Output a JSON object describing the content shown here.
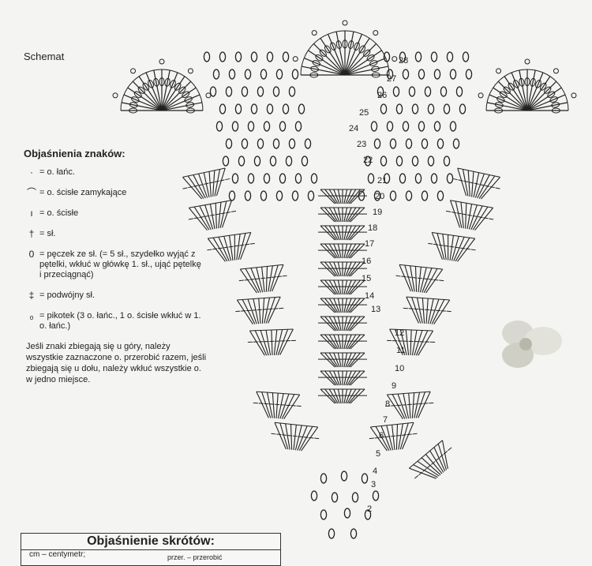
{
  "title": "Schemat",
  "legend_title": "Objaśnienia znaków:",
  "legend": [
    {
      "symbol": "·",
      "icon": "chain-dot-icon",
      "text": "= o. łańc."
    },
    {
      "symbol": "⌒",
      "icon": "slip-stitch-arc-icon",
      "text": "= o. ścisłe zamykające"
    },
    {
      "symbol": "ı",
      "icon": "single-crochet-icon",
      "text": "= o. ścisłe"
    },
    {
      "symbol": "†",
      "icon": "double-crochet-icon",
      "text": "= sł."
    },
    {
      "symbol": "0",
      "icon": "puff-stitch-icon",
      "text": "= pęczek ze sł. (= 5 sł., szydełko wyjąć z pętelki, wkłuć w główkę 1. sł., ująć pętelkę i przeciągnąć)"
    },
    {
      "symbol": "‡",
      "icon": "treble-crochet-icon",
      "text": "= podwójny sł."
    },
    {
      "symbol": "ₒ",
      "icon": "picot-icon",
      "text": "= pikotek (3 o. łańc., 1 o. ścisłe wkłuć w 1. o. łańc.)"
    }
  ],
  "note": "Jeśli znaki zbiegają się u góry, należy wszystkie zaznaczone o. przerobić razem, jeśli zbiegają się u dołu, należy wkłuć wszystkie o. w jedno miejsce.",
  "abbreviations": {
    "title": "Objaśnienie skrótów:",
    "item1": "cm – centymetr;",
    "item2": "przer. – przerobić"
  },
  "row_numbers": [
    "2",
    "3",
    "4",
    "5",
    "6",
    "7",
    "8",
    "9",
    "10",
    "11",
    "12",
    "13",
    "14",
    "15",
    "16",
    "17",
    "18",
    "19",
    "20",
    "21",
    "22",
    "23",
    "24",
    "25",
    "26",
    "27",
    "28"
  ],
  "colors": {
    "ink": "#222222",
    "paper": "#f4f4f2"
  }
}
